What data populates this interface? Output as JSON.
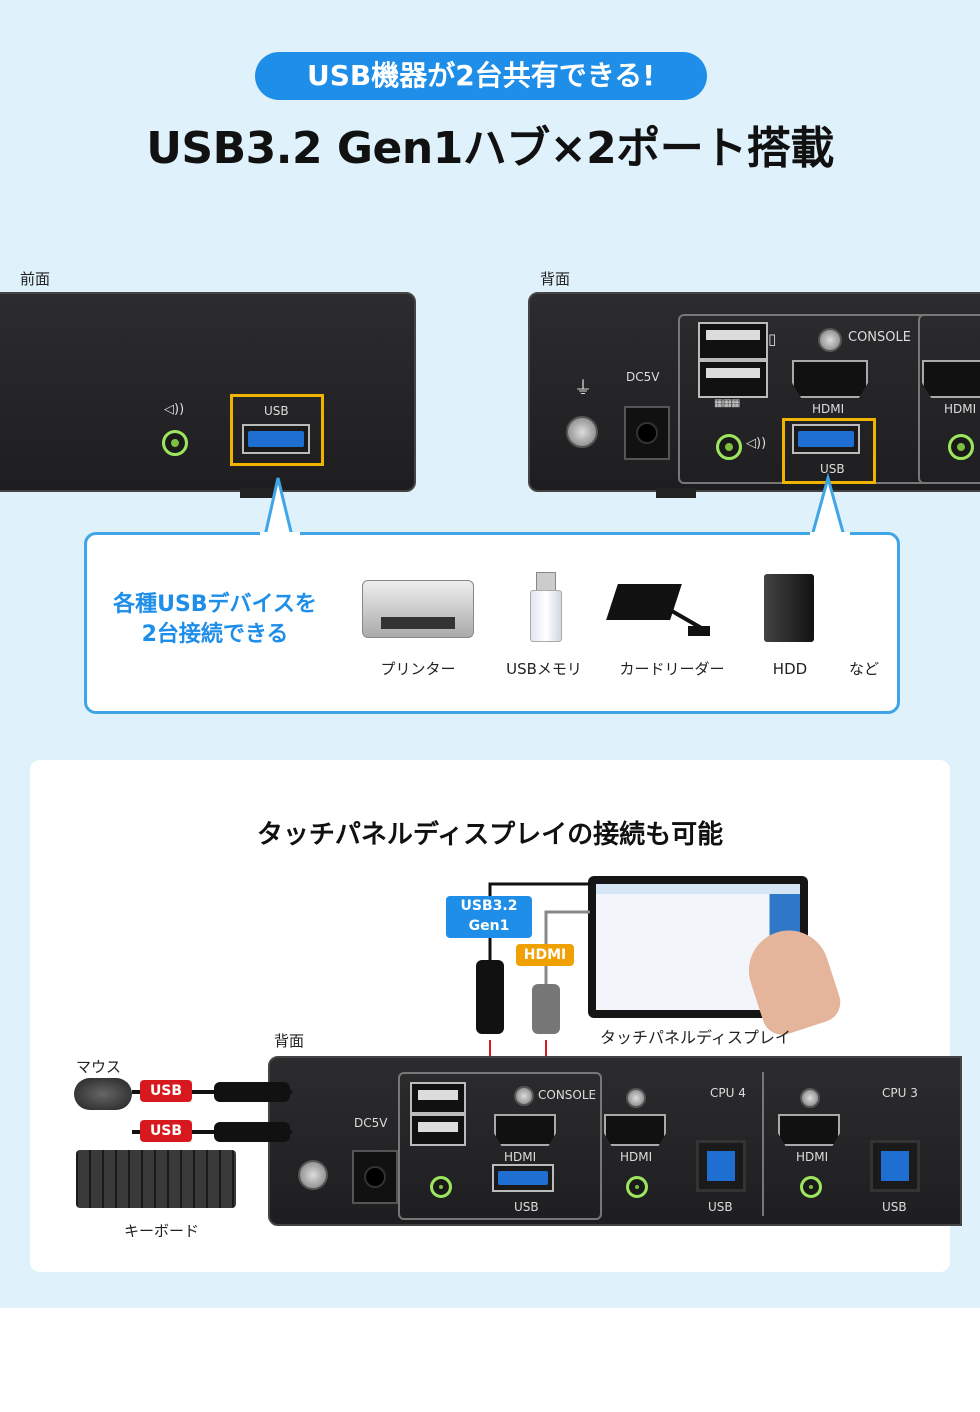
{
  "header": {
    "pill_text": "USB機器が2台共有できる!",
    "headline": "USB3.2 Gen1ハブ×2ポート搭載"
  },
  "front": {
    "label": "前面",
    "usb_port_label": "USB"
  },
  "back": {
    "label": "背面",
    "dc_label": "DC5V",
    "console_label": "CONSOLE",
    "hdmi_label": "HDMI",
    "hdmi_label_2": "HDMI",
    "usb_port_label": "USB"
  },
  "callout": {
    "text_line1": "各種USBデバイスを",
    "text_line2": "2台接続できる",
    "devices": [
      {
        "name": "プリンター",
        "icon": "printer-icon"
      },
      {
        "name": "USBメモリ",
        "icon": "usb-memory-icon"
      },
      {
        "name": "カードリーダー",
        "icon": "card-reader-icon"
      },
      {
        "name": "HDD",
        "icon": "hdd-icon"
      }
    ],
    "etc": "など"
  },
  "lower": {
    "title": "タッチパネルディスプレイの接続も可能",
    "tag_usb32": "USB3.2\nGen1",
    "tag_usb32_line1": "USB3.2",
    "tag_usb32_line2": "Gen1",
    "tag_hdmi": "HDMI",
    "display_label": "タッチパネルディスプレイ",
    "back_label": "背面",
    "mouse_label": "マウス",
    "keyboard_label": "キーボード",
    "usb_tag_1": "USB",
    "usb_tag_2": "USB",
    "console_label": "CONSOLE",
    "dc_label": "DC5V",
    "cpu4_label": "CPU 4",
    "cpu3_label": "CPU 3",
    "port_hdmi_1": "HDMI",
    "port_hdmi_2": "HDMI",
    "port_hdmi_3": "HDMI",
    "port_usb_1": "USB",
    "port_usb_2": "USB",
    "port_usb_3": "USB"
  },
  "colors": {
    "accent_blue": "#1e8ee8",
    "highlight_yellow": "#f0b400",
    "usb_tag_red": "#d7191f",
    "hdmi_tag_orange": "#f0a000",
    "background": "#dff1fb"
  }
}
